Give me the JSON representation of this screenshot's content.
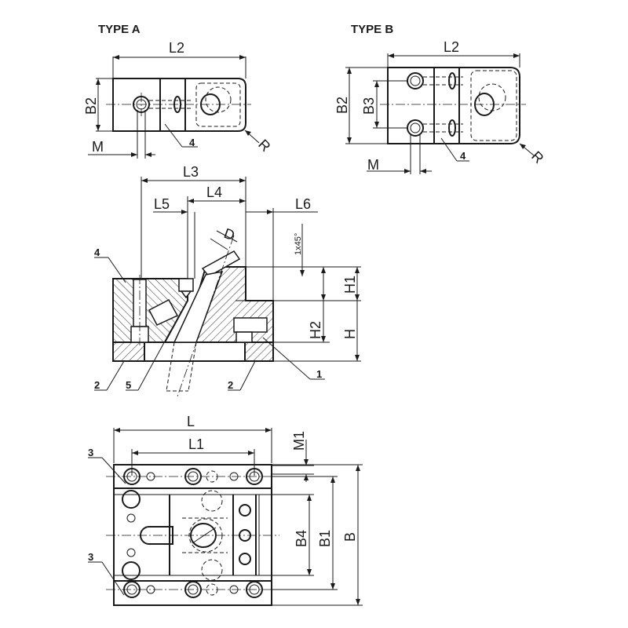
{
  "types": {
    "a": "TYPE A",
    "b": "TYPE B"
  },
  "dims": {
    "L": "L",
    "L1": "L1",
    "L2": "L2",
    "L3": "L3",
    "L4": "L4",
    "L5": "L5",
    "L6": "L6",
    "B": "B",
    "B1": "B1",
    "B2": "B2",
    "B3": "B3",
    "B4": "B4",
    "H": "H",
    "H1": "H1",
    "H2": "H2",
    "M": "M",
    "M1": "M1",
    "D": "D",
    "R": "R",
    "chamfer": "1x45°"
  },
  "callouts": {
    "c1": "1",
    "c2": "2",
    "c3": "3",
    "c4": "4",
    "c5": "5"
  }
}
